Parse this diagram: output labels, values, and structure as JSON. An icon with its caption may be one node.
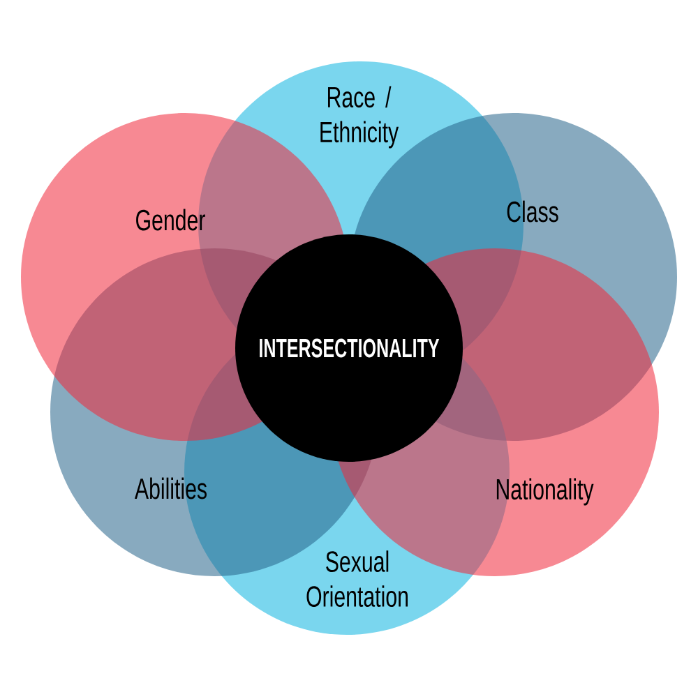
{
  "diagram": {
    "nodes": [
      {
        "text": [
          "Race / Ethnicity"
        ]
      },
      {
        "text": [
          "Gender"
        ]
      },
      {
        "text": [
          "Class"
        ]
      },
      {
        "text": [
          "INTERSECTIONALITY"
        ]
      },
      {
        "text": [
          "Abilities"
        ]
      },
      {
        "text": [
          "Nationality"
        ]
      },
      {
        "text": [
          "Sexual Orientation"
        ]
      }
    ]
  }
}
